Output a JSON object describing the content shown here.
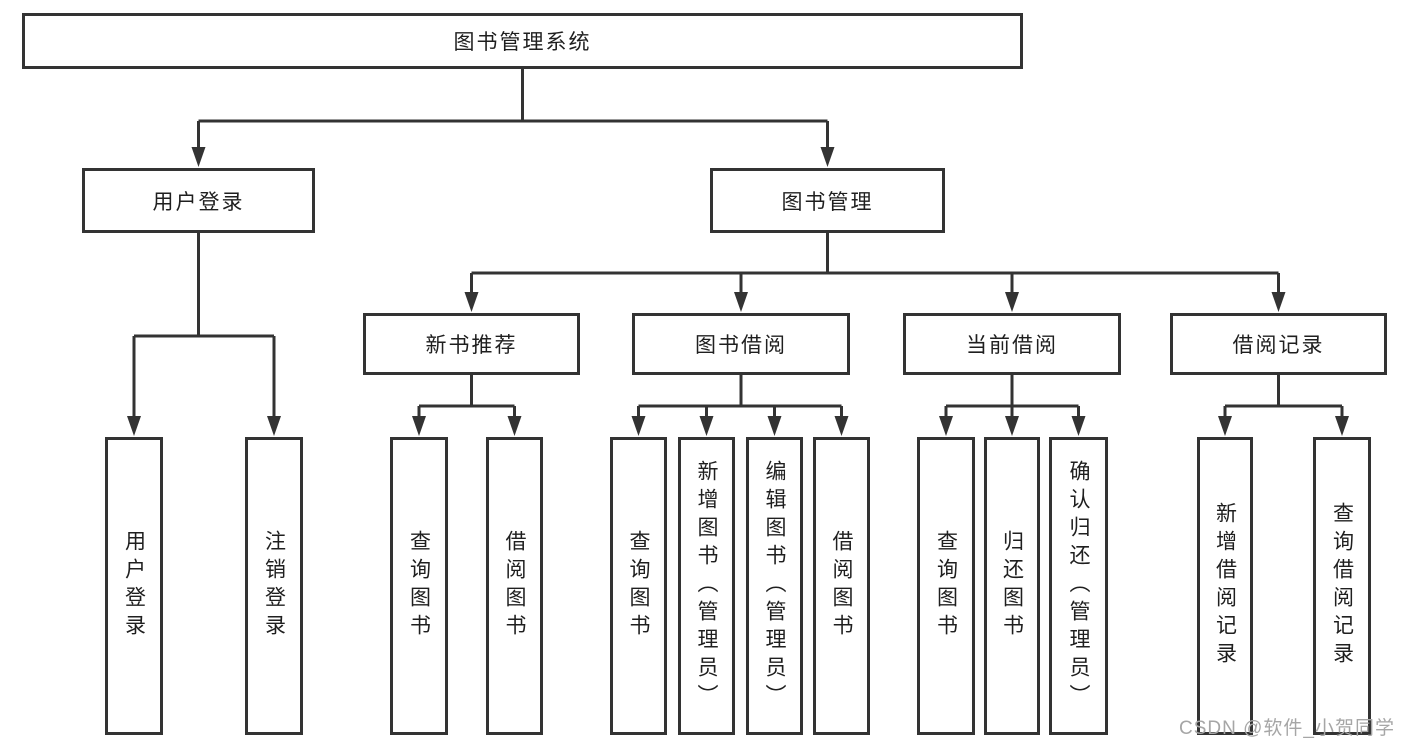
{
  "diagram_title": "图书管理系统",
  "tree": {
    "label": "图书管理系统",
    "children": [
      {
        "label": "用户登录",
        "children": [
          {
            "label": "用户登录"
          },
          {
            "label": "注销登录"
          }
        ]
      },
      {
        "label": "图书管理",
        "children": [
          {
            "label": "新书推荐",
            "children": [
              {
                "label": "查询图书"
              },
              {
                "label": "借阅图书"
              }
            ]
          },
          {
            "label": "图书借阅",
            "children": [
              {
                "label": "查询图书"
              },
              {
                "label": "新增图书（管理员）"
              },
              {
                "label": "编辑图书（管理员）"
              },
              {
                "label": "借阅图书"
              }
            ]
          },
          {
            "label": "当前借阅",
            "children": [
              {
                "label": "查询图书"
              },
              {
                "label": "归还图书"
              },
              {
                "label": "确认归还（管理员）"
              }
            ]
          },
          {
            "label": "借阅记录",
            "children": [
              {
                "label": "新增借阅记录"
              },
              {
                "label": "查询借阅记录"
              }
            ]
          }
        ]
      }
    ]
  },
  "watermark": {
    "text": "CSDN @软件_小贺同学"
  },
  "colors": {
    "line": "#333333",
    "box_border": "#333333",
    "text": "#1f1f1f",
    "background": "#ffffff",
    "watermark": "#a6a6a6"
  }
}
